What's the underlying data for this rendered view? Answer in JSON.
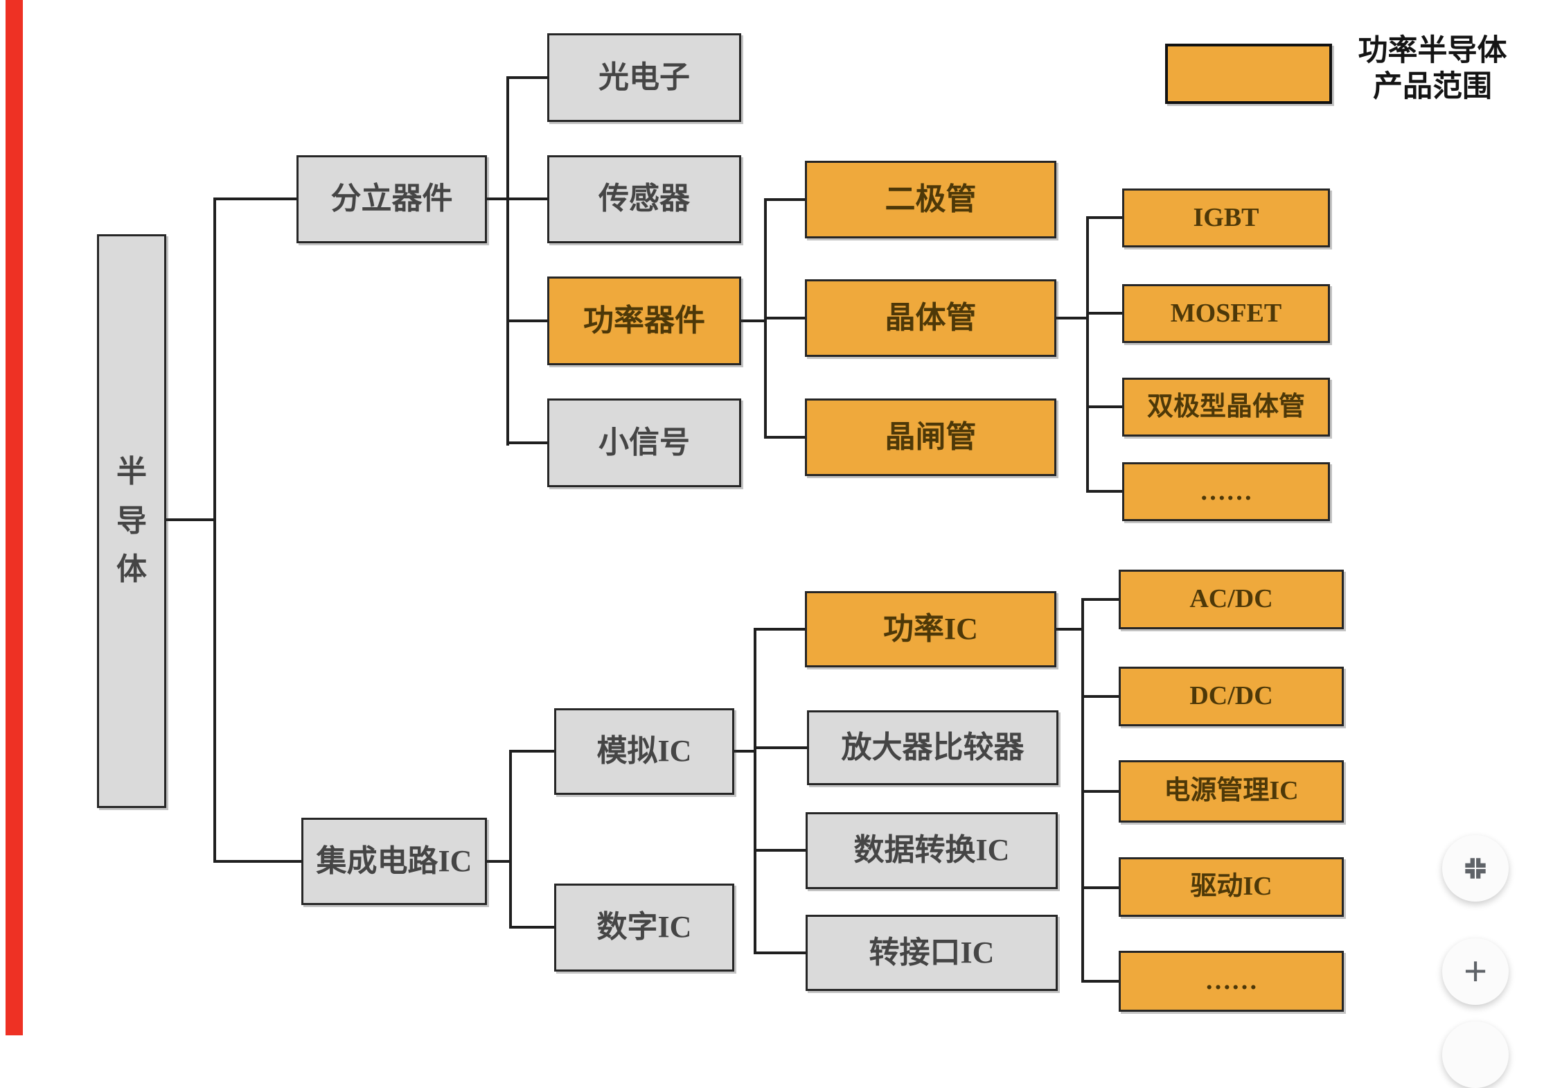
{
  "legend": {
    "line1": "功率半导体",
    "line2": "产品范围"
  },
  "nodes": {
    "root": {
      "label": "半导体",
      "highlighted": false
    },
    "fenli": {
      "label": "分立器件",
      "highlighted": false
    },
    "guangdianzi": {
      "label": "光电子",
      "highlighted": false
    },
    "chuanganqi": {
      "label": "传感器",
      "highlighted": false
    },
    "gonglv_qijian": {
      "label": "功率器件",
      "highlighted": true
    },
    "xiaoxinhao": {
      "label": "小信号",
      "highlighted": false
    },
    "erjiguan": {
      "label": "二极管",
      "highlighted": true
    },
    "jingtiguan": {
      "label": "晶体管",
      "highlighted": true
    },
    "jingzhaguan": {
      "label": "晶闸管",
      "highlighted": true
    },
    "igbt": {
      "label": "IGBT",
      "highlighted": true
    },
    "mosfet": {
      "label": "MOSFET",
      "highlighted": true
    },
    "shuangjixing": {
      "label": "双极型晶体管",
      "highlighted": true
    },
    "ellipsis_top": {
      "label": "……",
      "highlighted": true
    },
    "jicheng": {
      "label": "集成电路IC",
      "highlighted": false
    },
    "moni": {
      "label": "模拟IC",
      "highlighted": false
    },
    "shuzi": {
      "label": "数字IC",
      "highlighted": false
    },
    "gonglv_ic": {
      "label": "功率IC",
      "highlighted": true
    },
    "fangdaqi": {
      "label": "放大器比较器",
      "highlighted": false
    },
    "shuju": {
      "label": "数据转换IC",
      "highlighted": false
    },
    "zhuanjiekou": {
      "label": "转接口IC",
      "highlighted": false
    },
    "acdc": {
      "label": "AC/DC",
      "highlighted": true
    },
    "dcdc": {
      "label": "DC/DC",
      "highlighted": true
    },
    "dianyuan": {
      "label": "电源管理IC",
      "highlighted": true
    },
    "qudong": {
      "label": "驱动IC",
      "highlighted": true
    },
    "ellipsis_bottom": {
      "label": "……",
      "highlighted": true
    }
  },
  "hierarchy": {
    "半导体": [
      "分立器件",
      "集成电路IC"
    ],
    "分立器件": [
      "光电子",
      "传感器",
      "功率器件",
      "小信号"
    ],
    "功率器件": [
      "二极管",
      "晶体管",
      "晶闸管"
    ],
    "晶体管": [
      "IGBT",
      "MOSFET",
      "双极型晶体管",
      "……"
    ],
    "集成电路IC": [
      "模拟IC",
      "数字IC"
    ],
    "模拟IC": [
      "功率IC",
      "放大器比较器",
      "数据转换IC",
      "转接口IC"
    ],
    "功率IC": [
      "AC/DC",
      "DC/DC",
      "电源管理IC",
      "驱动IC",
      "……"
    ]
  },
  "controls": {
    "zoom_in_label": "+"
  },
  "colors": {
    "highlight_fill": "#efa93c",
    "default_fill": "#dadada",
    "connector": "#1f1f1f",
    "accent_strip": "#ee3124"
  }
}
